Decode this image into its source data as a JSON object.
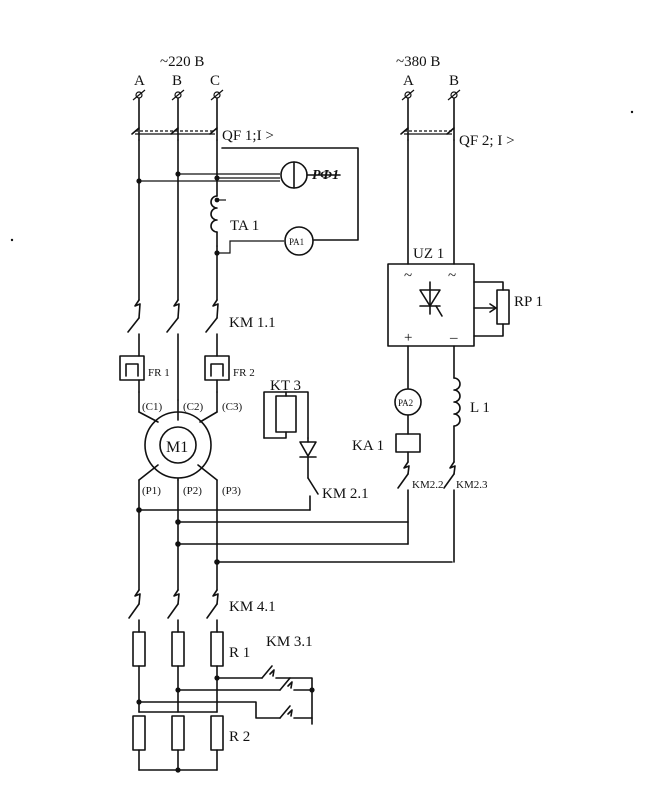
{
  "left_supply": {
    "voltage": "~220 В",
    "phases": [
      "A",
      "B",
      "C"
    ]
  },
  "right_supply": {
    "voltage": "~380 В",
    "phases": [
      "A",
      "B"
    ]
  },
  "labels": {
    "qf1": "QF 1;I >",
    "qf2": "QF 2; I >",
    "pf1": "РФ1",
    "ta1": "TA 1",
    "pa1": "PA1",
    "uz1": "UZ 1",
    "rp1": "RP 1",
    "km11": "KM 1.1",
    "fr1": "FR 1",
    "fr2": "FR 2",
    "kt3": "KT 3",
    "c1": "(C1)",
    "c2": "(C2)",
    "c3": "(C3)",
    "m1": "M1",
    "p1": "(P1)",
    "p2": "(P2)",
    "p3": "(P3)",
    "km21": "KM 2.1",
    "pa2": "PA2",
    "l1": "L 1",
    "ka1": "KA 1",
    "km22": "KM2.2",
    "km23": "KM2.3",
    "km41": "KM 4.1",
    "km31": "KM 3.1",
    "r1": "R 1",
    "r2": "R 2",
    "uz_ac1": "~",
    "uz_ac2": "~",
    "uz_plus": "+",
    "uz_minus": "–"
  }
}
